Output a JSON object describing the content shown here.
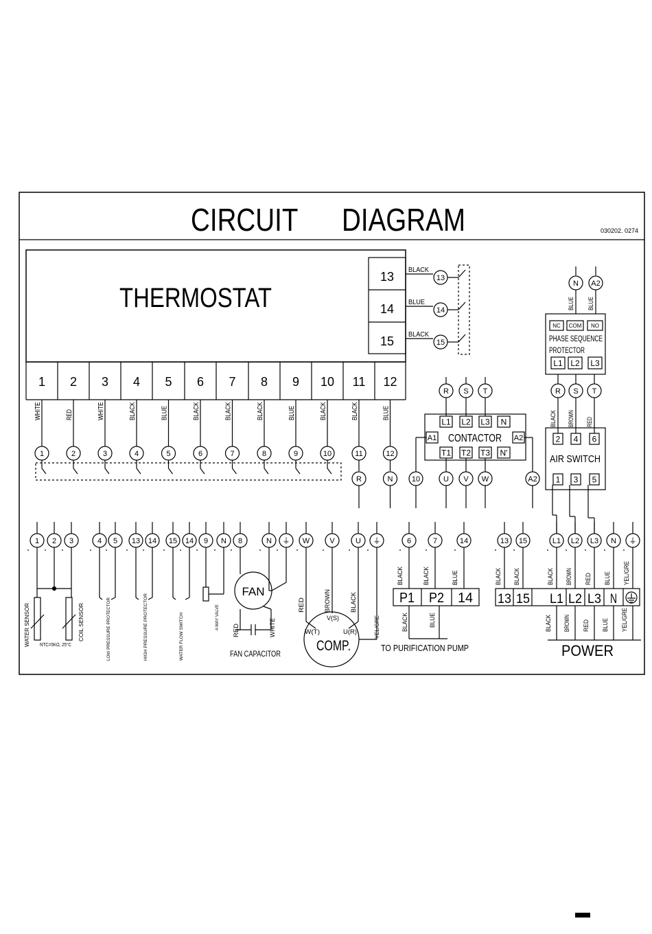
{
  "title": "CIRCUIT      DIAGRAM",
  "drawing_no": "030202. 0274",
  "thermostat": {
    "label": "THERMOSTAT",
    "terminals": [
      "1",
      "2",
      "3",
      "4",
      "5",
      "6",
      "7",
      "8",
      "9",
      "10",
      "11",
      "12"
    ],
    "wire_colors": [
      "WHITE",
      "RED",
      "WHITE",
      "BLACK",
      "BLUE",
      "BLACK",
      "BLACK",
      "BLACK",
      "BLUE",
      "BLACK",
      "BLACK",
      "BLUE"
    ],
    "relay_terminals": [
      "13",
      "14",
      "15"
    ],
    "relay_wires": [
      "BLACK",
      "BLUE",
      "BLACK"
    ],
    "relay_nodes": [
      "13",
      "14",
      "15"
    ]
  },
  "thermostat_bus_nodes": [
    "1",
    "2",
    "3",
    "4",
    "5",
    "6",
    "7",
    "8",
    "9",
    "10"
  ],
  "thermostat_out_nodes": [
    "11",
    "12"
  ],
  "thermostat_out_labels": [
    "R",
    "N"
  ],
  "contactor": {
    "label": "CONTACTOR",
    "top_nodes": [
      "R",
      "S",
      "T"
    ],
    "top_terms": [
      "L1",
      "L2",
      "L3",
      "N"
    ],
    "bottom_terms": [
      "T1",
      "T2",
      "T3",
      "N'"
    ],
    "coil_left": "A1",
    "coil_right": "A2",
    "bottom_nodes": [
      "U",
      "V",
      "W"
    ],
    "side_nodes": [
      "10",
      "A2"
    ]
  },
  "phase_protector": {
    "label_1": "PHASE SEQUENCE",
    "label_2": "PROTECTOR",
    "contacts": [
      "NC",
      "COM",
      "NO"
    ],
    "inputs": [
      "L1",
      "L2",
      "L3"
    ],
    "top_nodes": [
      "N",
      "A2"
    ],
    "top_wires": [
      "BLUE",
      "BLUE"
    ]
  },
  "air_switch": {
    "label": "AIR SWITCH",
    "top_nodes": [
      "R",
      "S",
      "T"
    ],
    "top_wires": [
      "BLACK",
      "BROWN",
      "RED"
    ],
    "top_terms": [
      "2",
      "4",
      "6"
    ],
    "bottom_terms": [
      "1",
      "3",
      "5"
    ]
  },
  "bottom_nodes": [
    "1",
    "2",
    "3",
    "4",
    "5",
    "13",
    "14",
    "15",
    "14",
    "9",
    "N",
    "8",
    "N",
    "⏚",
    "W",
    "V",
    "U",
    "⏚",
    "6",
    "7",
    "14",
    "13",
    "15",
    "L1",
    "L2",
    "L3",
    "N",
    "⏚"
  ],
  "components": {
    "water_sensor": "WATER SENSOR",
    "coil_sensor": "COIL SENSOR",
    "ntc": "NTC=5KΩ, 25°C",
    "low_pressure": "LOW PRESSURE PROTECTOR",
    "high_pressure": "HIGH PRESSURE PROTECTOR",
    "water_flow": "WATER FLOW SWITCH",
    "four_way": "4-WAY VALVE",
    "fan": "FAN",
    "fan_cap": "FAN CAPACITOR",
    "fan_wires": [
      "RED",
      "WHITE"
    ],
    "comp": "COMP.",
    "comp_terms": [
      "W(T)",
      "V(S)",
      "U(R)"
    ],
    "comp_wires": [
      "RED",
      "BROWN",
      "BLACK",
      "YEL/GRE"
    ]
  },
  "pump": {
    "terms": [
      "P1",
      "P2",
      "14"
    ],
    "top_wires": [
      "BLACK",
      "BLACK",
      "BLUE"
    ],
    "bottom_wires": [
      "BLACK",
      "BLUE"
    ],
    "label": "TO PURIFICATION PUMP"
  },
  "power": {
    "terms": [
      "13",
      "15",
      "L1",
      "L2",
      "L3",
      "N",
      "⏚"
    ],
    "top_wires": [
      "BLACK",
      "BLACK",
      "BLACK",
      "BROWN",
      "RED",
      "BLUE",
      "YEL/GRE"
    ],
    "bottom_wires": [
      "BLACK",
      "BROWN",
      "RED",
      "BLUE",
      "YEL/GRE"
    ],
    "label": "POWER"
  }
}
